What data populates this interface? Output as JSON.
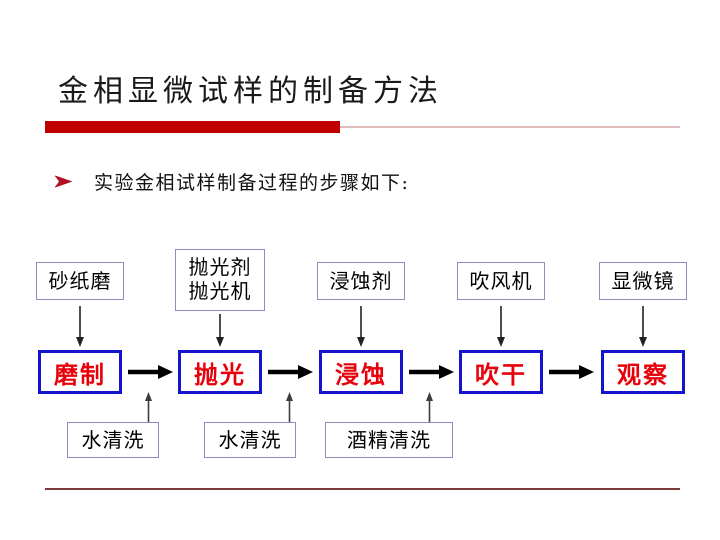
{
  "slide": {
    "title": "金相显微试样的制备方法",
    "bullet": {
      "marker_icon": "red-arrowhead-bullet-icon",
      "text": "实验金相试样制备过程的步骤如下:"
    },
    "colors": {
      "title_bar_thick": "#c00000",
      "title_bar_thin": "#e0bcbc",
      "footer_rule": "#7a3a3a",
      "main_box_border": "#1414cc",
      "main_box_text": "#e8000a",
      "plain_box_border": "#8b8fbe",
      "plain_box_text": "#000000",
      "background": "#ffffff",
      "connector_arrow": "#000000",
      "thin_arrow": "#3d3d3d"
    }
  },
  "diagram": {
    "type": "process-flow",
    "steps": [
      {
        "id": "step-1",
        "main": "磨制",
        "equipment": "砂纸磨",
        "equipment_lines": [
          "砂纸磨"
        ],
        "cleaning": "水清洗"
      },
      {
        "id": "step-2",
        "main": "抛光",
        "equipment": "抛光剂 抛光机",
        "equipment_lines": [
          "抛光剂",
          "抛光机"
        ],
        "cleaning": "水清洗"
      },
      {
        "id": "step-3",
        "main": "浸蚀",
        "equipment": "浸蚀剂",
        "equipment_lines": [
          "浸蚀剂"
        ],
        "cleaning": "酒精清洗"
      },
      {
        "id": "step-4",
        "main": "吹干",
        "equipment": "吹风机",
        "equipment_lines": [
          "吹风机"
        ],
        "cleaning": null
      },
      {
        "id": "step-5",
        "main": "观察",
        "equipment": "显微镜",
        "equipment_lines": [
          "显微镜"
        ],
        "cleaning": null
      }
    ],
    "connector_count": 4,
    "upward_connector_count": 3
  }
}
